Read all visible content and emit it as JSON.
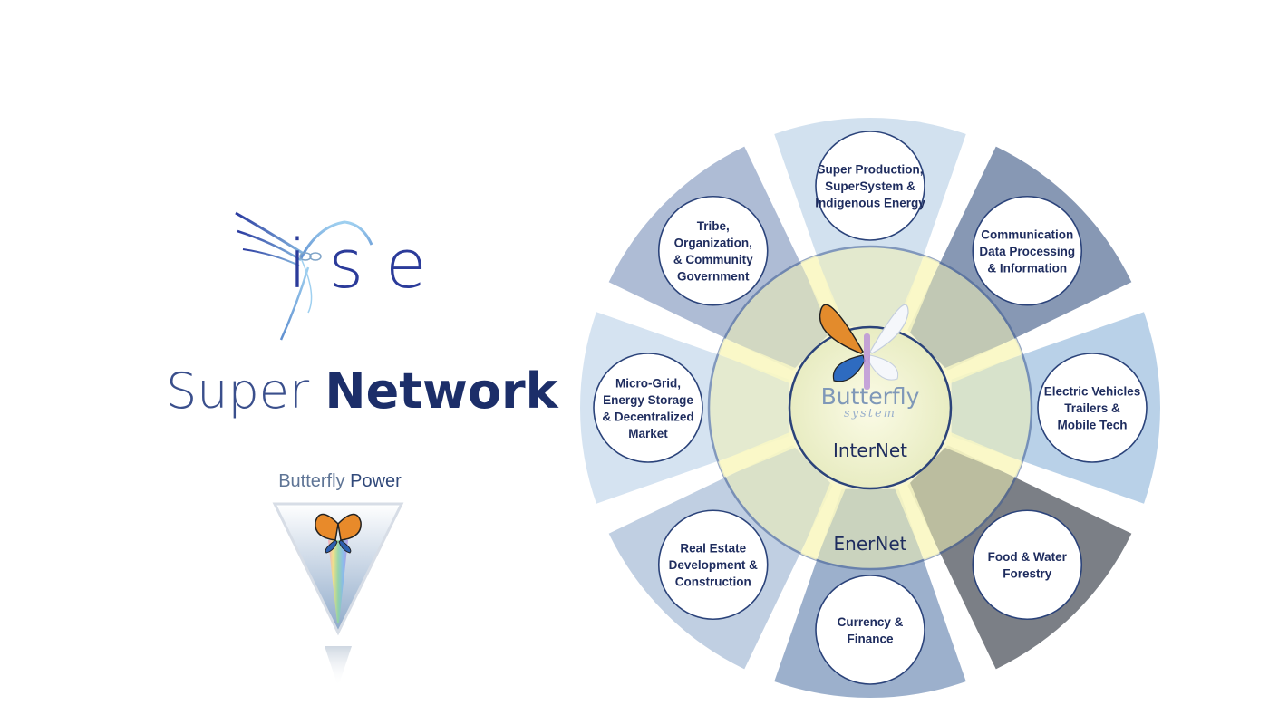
{
  "logo": {
    "text": "ise"
  },
  "headline": {
    "light": "Super",
    "bold": "Network"
  },
  "butterfly_power": {
    "light": "Butterfly",
    "strong": "Power"
  },
  "wheel": {
    "segments": [
      {
        "lines": [
          "Super Production,",
          "SuperSystem &",
          "Indigenous Energy"
        ],
        "color": "#d2e1ef"
      },
      {
        "lines": [
          "Communication",
          "Data Processing",
          "& Information"
        ],
        "color": "#8798b4"
      },
      {
        "lines": [
          "Electric Vehicles",
          "Trailers &",
          "Mobile Tech"
        ],
        "color": "#b9d1e8"
      },
      {
        "lines": [
          "Food & Water",
          "Forestry"
        ],
        "color": "#7b7f86"
      },
      {
        "lines": [
          "Currency &",
          "Finance"
        ],
        "color": "#9cb0cc"
      },
      {
        "lines": [
          "Real Estate",
          "Development &",
          "Construction"
        ],
        "color": "#c0cfe2"
      },
      {
        "lines": [
          "Micro-Grid,",
          "Energy Storage",
          "& Decentralized",
          "Market"
        ],
        "color": "#d5e3f1"
      },
      {
        "lines": [
          "Tribe,",
          "Organization,",
          "& Community",
          "Government"
        ],
        "color": "#aebcd5"
      }
    ],
    "outer_ring_label": "EnerNet",
    "inner_ring_label": "InterNet",
    "center_brand": "Butterfly",
    "center_brand_sub": "system"
  }
}
